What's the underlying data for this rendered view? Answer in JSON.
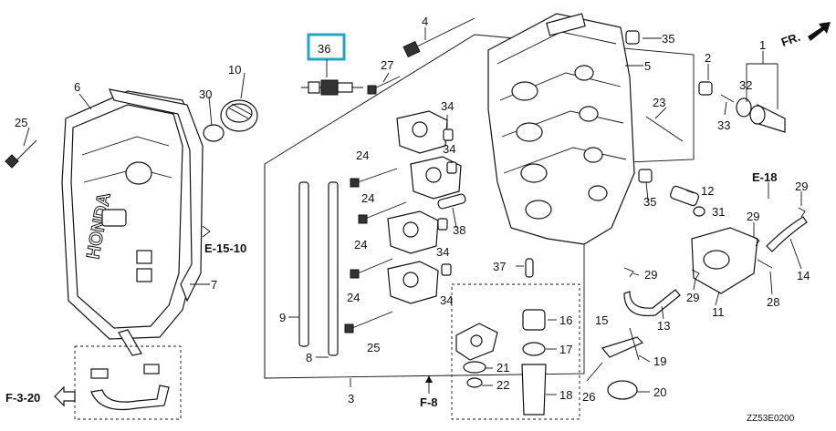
{
  "labels": {
    "p1": "1",
    "p2": "2",
    "p3": "3",
    "p4": "4",
    "p5": "5",
    "p6": "6",
    "p7": "7",
    "p8": "8",
    "p9": "9",
    "p10": "10",
    "p11": "11",
    "p12": "12",
    "p13": "13",
    "p14": "14",
    "p15": "15",
    "p16": "16",
    "p17": "17",
    "p18": "18",
    "p19": "19",
    "p20": "20",
    "p21": "21",
    "p22": "22",
    "p23": "23",
    "p24a": "24",
    "p24b": "24",
    "p24c": "24",
    "p24d": "24",
    "p25a": "25",
    "p25b": "25",
    "p26": "26",
    "p27": "27",
    "p28": "28",
    "p29a": "29",
    "p29b": "29",
    "p29c": "29",
    "p29d": "29",
    "p30": "30",
    "p31": "31",
    "p32": "32",
    "p33": "33",
    "p34a": "34",
    "p34b": "34",
    "p34c": "34",
    "p34d": "34",
    "p35a": "35",
    "p35b": "35",
    "p36": "36",
    "p37": "37",
    "p38": "38"
  },
  "references": {
    "e15": "E-15-10",
    "e18": "E-18",
    "f3": "F-3-20",
    "f8": "F-8",
    "fr": "FR."
  },
  "diagram_code": "ZZ53E0200",
  "cover_text": "HONDA",
  "highlight_color": "#1ea7c8"
}
